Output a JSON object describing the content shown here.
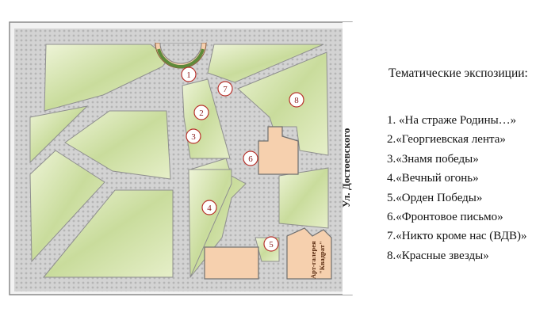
{
  "map": {
    "street_label": "Ул. Достоевского",
    "gallery_line1": "Арт-галерея",
    "gallery_line2": "\"Квадрат\"",
    "markers": [
      "1",
      "2",
      "3",
      "4",
      "5",
      "6",
      "7",
      "8"
    ],
    "colors": {
      "lawn": "#c9dc9c",
      "lawn_light": "#e4eec7",
      "path": "#cfcfcf",
      "path_edge": "#a9a9a9",
      "building": "#f6d0ae",
      "building_edge": "#777777",
      "marker_stroke": "#b8322b"
    }
  },
  "legend": {
    "title": "Тематические экспозиции:",
    "items": [
      "1. «На страже Родины…»",
      "2.«Георгиевская лента»",
      "3.«Знамя победы»",
      "4.«Вечный огонь»",
      "5.«Орден Победы»",
      "6.«Фронтовое письмо»",
      "7.«Никто кроме нас (ВДВ)»",
      "8.«Красные звезды»"
    ]
  }
}
